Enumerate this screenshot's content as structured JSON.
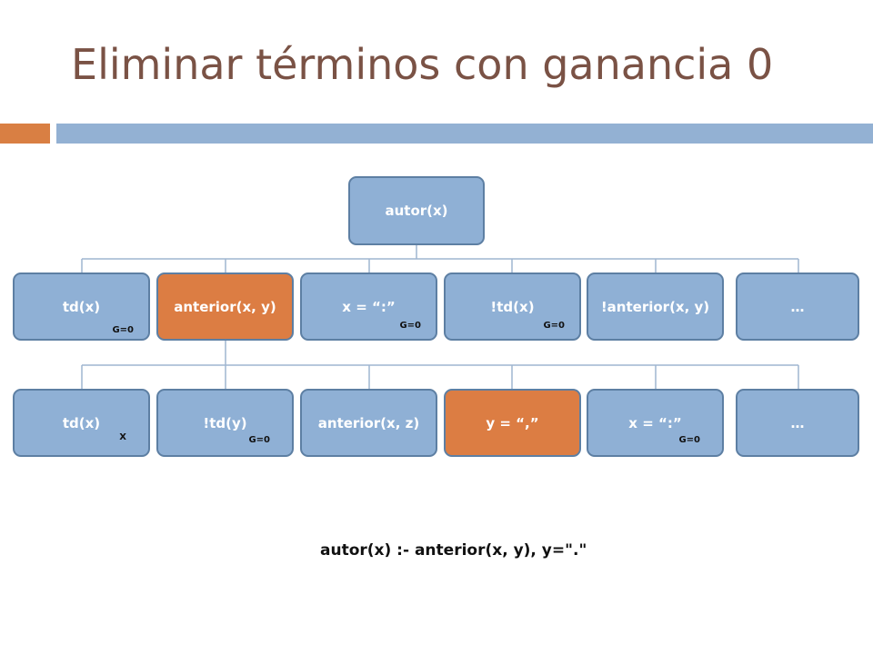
{
  "title": "Eliminar términos con ganancia 0",
  "colors": {
    "accent": "#dc7d43",
    "node": "#8fb0d5",
    "bar": "#93b1d3",
    "title": "#7a5245"
  },
  "tree": {
    "root": {
      "label": "autor(x)"
    },
    "level1": [
      {
        "label": "td(x)",
        "gain": "G=0",
        "highlight": false
      },
      {
        "label": "anterior(x, y)",
        "gain": "",
        "highlight": true
      },
      {
        "label": "x = “:”",
        "gain": "G=0",
        "highlight": false
      },
      {
        "label": "!td(x)",
        "gain": "G=0",
        "highlight": false
      },
      {
        "label": "!anterior(x, y)",
        "gain": "",
        "highlight": false
      },
      {
        "label": "…",
        "gain": "",
        "highlight": false
      }
    ],
    "level2": [
      {
        "label": "td(x)",
        "gain": "X",
        "highlight": false
      },
      {
        "label": "!td(y)",
        "gain": "G=0",
        "highlight": false
      },
      {
        "label": "anterior(x, z)",
        "gain": "",
        "highlight": false
      },
      {
        "label": "y = “,”",
        "gain": "",
        "highlight": true
      },
      {
        "label": "x = “:”",
        "gain": "G=0",
        "highlight": false
      },
      {
        "label": "…",
        "gain": "",
        "highlight": false
      }
    ]
  },
  "rule": "autor(x) :- anterior(x, y), y=\".\""
}
